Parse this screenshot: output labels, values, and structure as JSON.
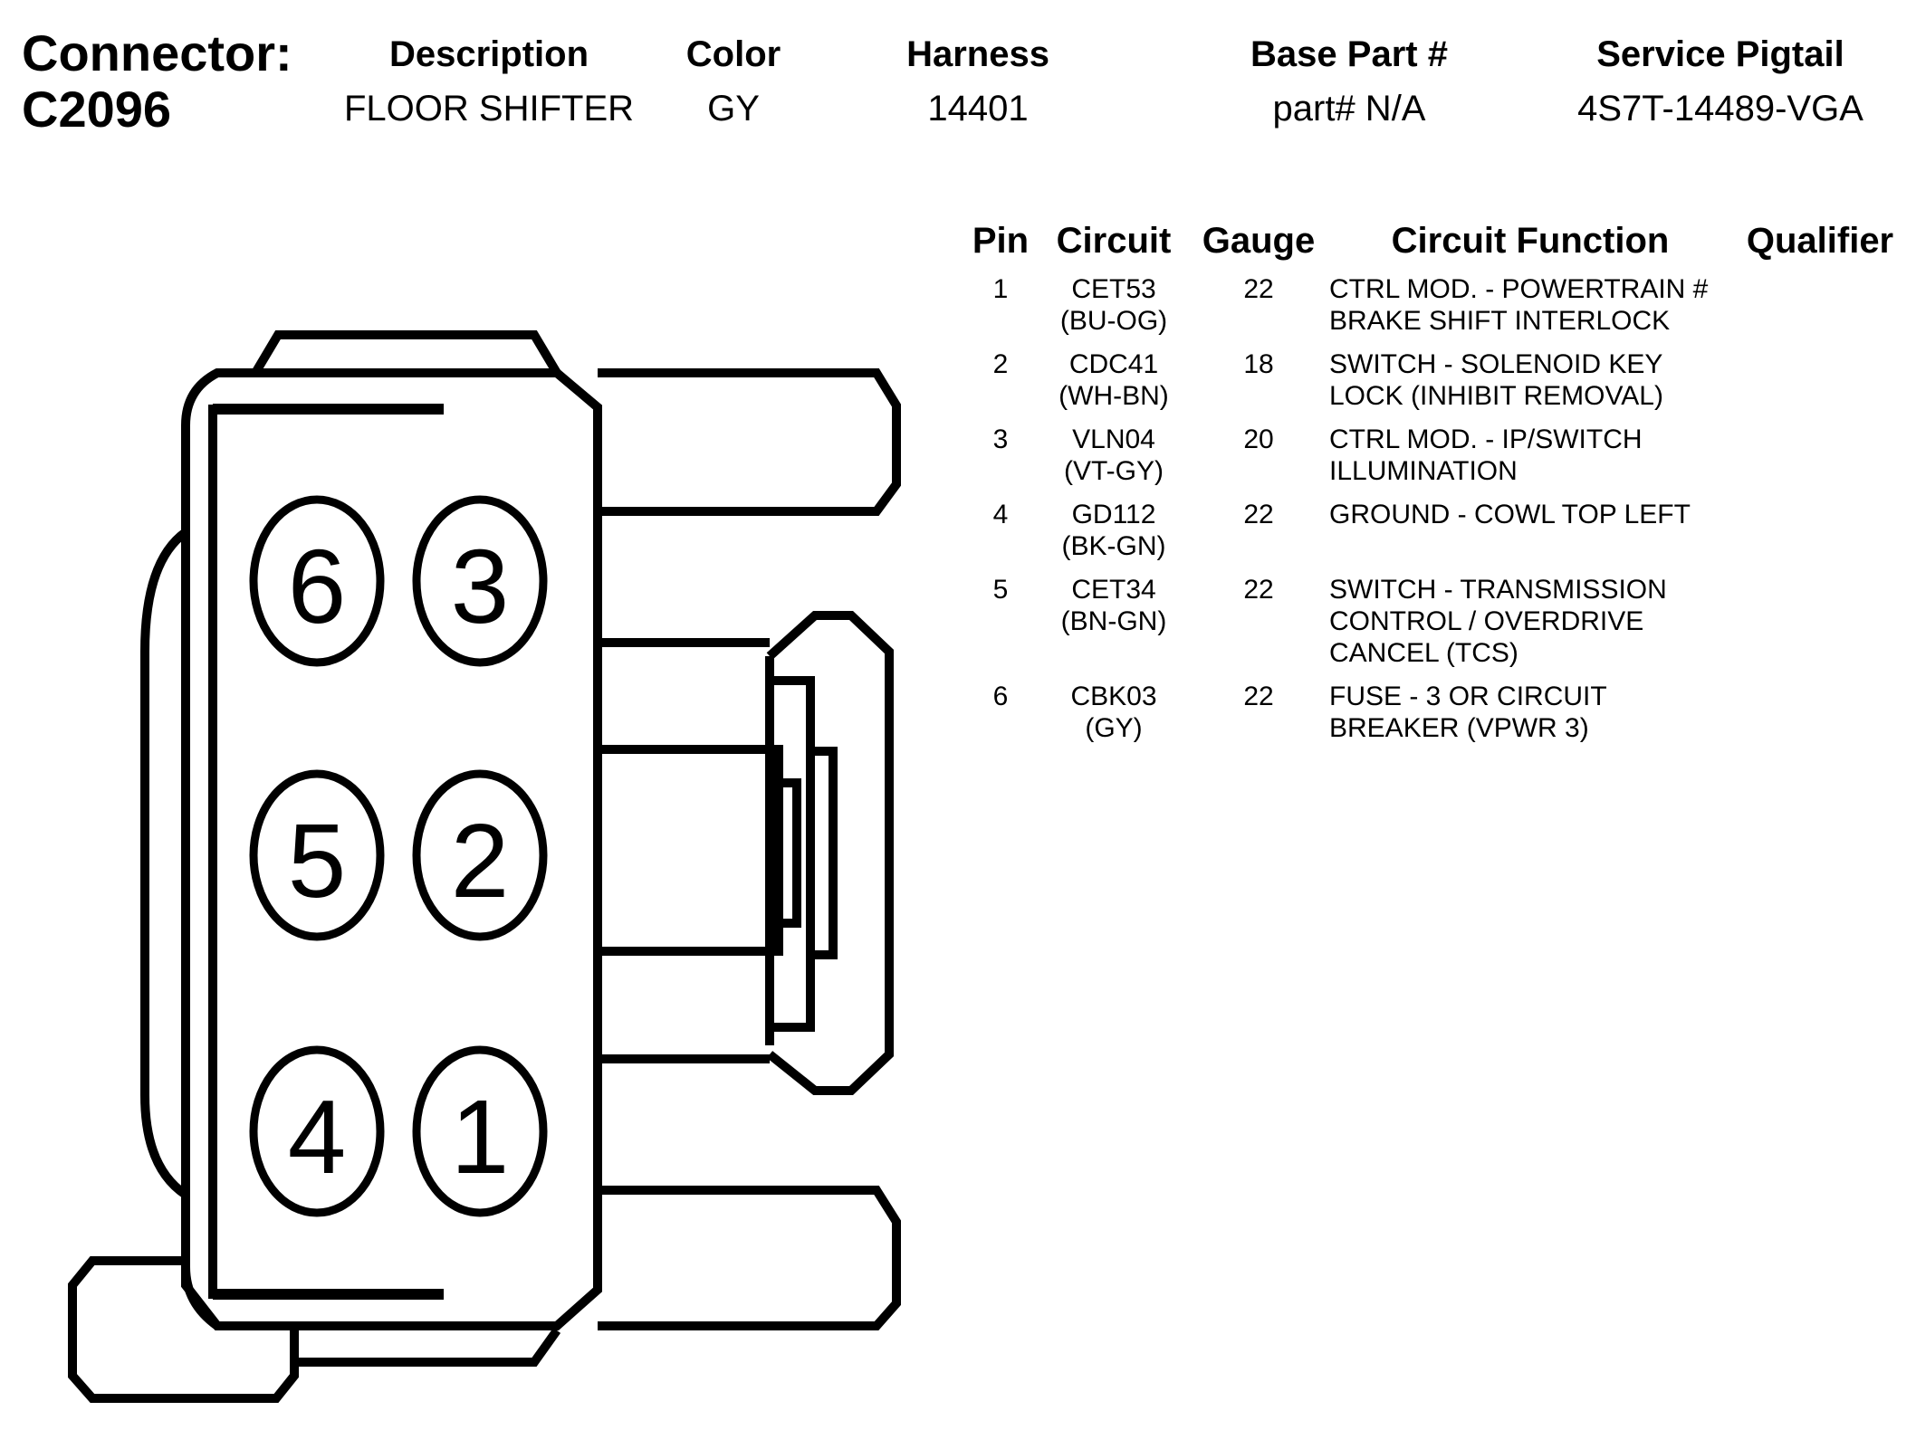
{
  "connector": {
    "label": "Connector:",
    "id": "C2096"
  },
  "info": {
    "description": {
      "header": "Description",
      "value": "FLOOR SHIFTER"
    },
    "color": {
      "header": "Color",
      "value": "GY"
    },
    "harness": {
      "header": "Harness",
      "value": "14401"
    },
    "base_part": {
      "header": "Base Part #",
      "value": "part# N/A"
    },
    "service_pigtail": {
      "header": "Service Pigtail",
      "value": "4S7T-14489-VGA"
    }
  },
  "pin_table": {
    "headers": {
      "pin": "Pin",
      "circuit": "Circuit",
      "gauge": "Gauge",
      "function": "Circuit Function",
      "qualifier": "Qualifier"
    },
    "rows": [
      {
        "pin": "1",
        "circuit": "CET53",
        "wire_color": "(BU-OG)",
        "gauge": "22",
        "function": [
          "CTRL MOD. - POWERTRAIN #",
          "BRAKE SHIFT INTERLOCK"
        ]
      },
      {
        "pin": "2",
        "circuit": "CDC41",
        "wire_color": "(WH-BN)",
        "gauge": "18",
        "function": [
          "SWITCH - SOLENOID KEY",
          "LOCK (INHIBIT REMOVAL)"
        ]
      },
      {
        "pin": "3",
        "circuit": "VLN04",
        "wire_color": "(VT-GY)",
        "gauge": "20",
        "function": [
          "CTRL MOD. - IP/SWITCH",
          "ILLUMINATION"
        ]
      },
      {
        "pin": "4",
        "circuit": "GD112",
        "wire_color": "(BK-GN)",
        "gauge": "22",
        "function": [
          "GROUND - COWL TOP LEFT"
        ]
      },
      {
        "pin": "5",
        "circuit": "CET34",
        "wire_color": "(BN-GN)",
        "gauge": "22",
        "function": [
          "SWITCH - TRANSMISSION",
          "CONTROL / OVERDRIVE",
          "CANCEL (TCS)"
        ]
      },
      {
        "pin": "6",
        "circuit": "CBK03",
        "wire_color": "(GY)",
        "gauge": "22",
        "function": [
          "FUSE - 3 OR CIRCUIT",
          "BREAKER (VPWR 3)"
        ]
      }
    ]
  },
  "connector_face": {
    "pins": [
      "6",
      "3",
      "5",
      "2",
      "4",
      "1"
    ]
  }
}
